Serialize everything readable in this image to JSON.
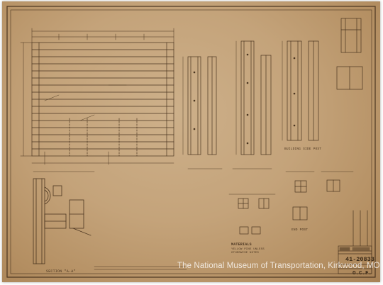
{
  "watermark": "The National Museum of Transportation, Kirkwood, MO",
  "title_block": {
    "drawing_number": "41-20833",
    "sheet_code": "O.C.F."
  },
  "labels": {
    "section": "SECTION \"A-A\"",
    "materials": "MATERIALS",
    "materials_note": "YELLOW PINE UNLESS OTHERWISE NOTED",
    "side_post": "BUILDING SIDE POST",
    "end_post": "END POST"
  },
  "colors": {
    "paper": "#c4a37a",
    "ink": "#4a3520",
    "watermark": "#ffffff"
  }
}
